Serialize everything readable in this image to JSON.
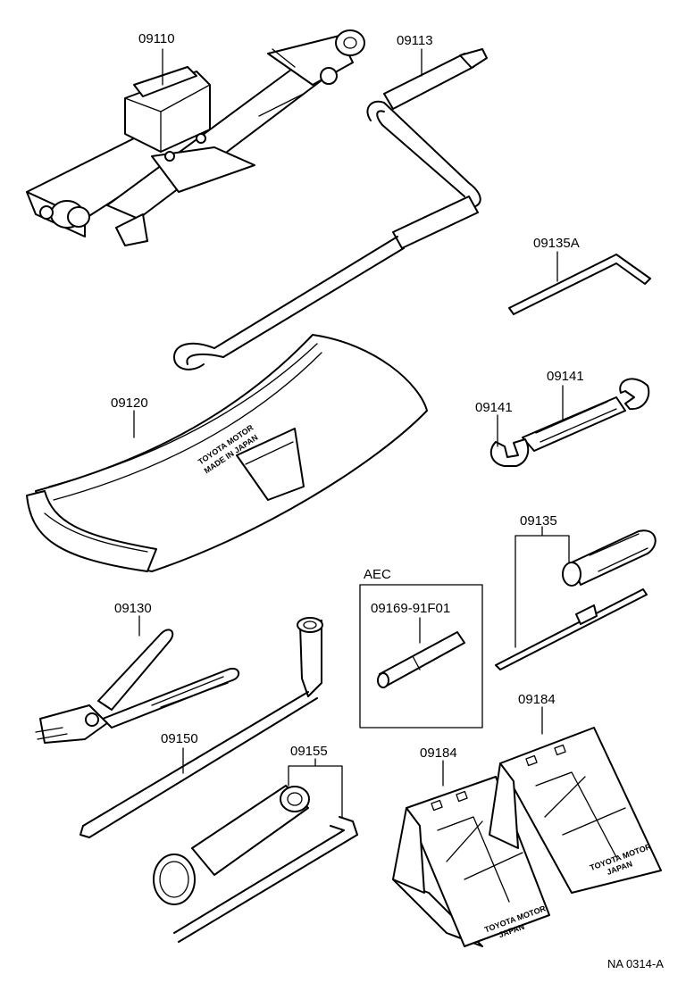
{
  "parts": {
    "jack": "09110",
    "jack_handle": "09113",
    "tool_bag": "09120",
    "hex_wrench": "09135A",
    "wrench_left": "09141",
    "wrench_right": "09141",
    "screwdriver": "09135",
    "aec_part": "09169-91F01",
    "pliers": "09130",
    "lug_wrench": "09150",
    "spark_plug_wrench": "09155",
    "wheel_chock_left": "09184",
    "wheel_chock_right": "09184"
  },
  "aec_box_label": "AEC",
  "bag_stamp": [
    "TOYOTA MOTOR",
    "MADE IN JAPAN"
  ],
  "chock_stamp": [
    "TOYOTA MOTOR",
    "JAPAN"
  ],
  "reference_code": "NA 0314-A",
  "line_color": "#000000",
  "background_color": "#ffffff"
}
